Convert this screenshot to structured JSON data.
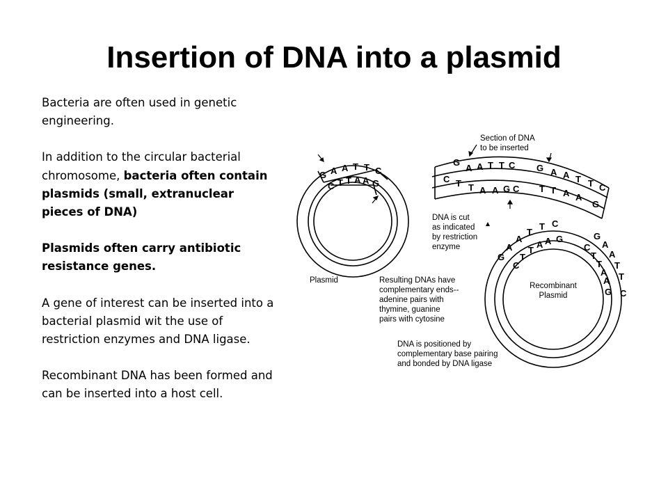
{
  "slide": {
    "title": "Insertion of DNA into a plasmid",
    "paragraphs": [
      {
        "plain": "Bacteria are often used in genetic engineering.",
        "bold": "",
        "after": ""
      },
      {
        "plain": "In addition to the circular bacterial chromosome, ",
        "bold": "bacteria often contain plasmids (small, extranuclear pieces of DNA)",
        "after": ""
      },
      {
        "plain": "",
        "bold": "Plasmids often carry antibiotic resistance genes.",
        "after": ""
      },
      {
        "plain": "A gene of interest can be inserted into a bacterial plasmid wit the use of restriction enzymes and DNA ligase.",
        "bold": "",
        "after": ""
      },
      {
        "plain": "Recombinant DNA has been formed and can be inserted into a host cell.",
        "bold": "",
        "after": ""
      }
    ]
  },
  "diagram": {
    "labels": {
      "section_line1": "Section of DNA",
      "section_line2": "to be inserted",
      "cut_line1": "DNA is cut",
      "cut_line2": "as indicated",
      "cut_line3": "by restriction",
      "cut_line4": "enzyme",
      "plasmid": "Plasmid",
      "resulting_line1": "Resulting DNAs have",
      "resulting_line2": "complementary ends--",
      "resulting_line3": "adenine pairs with",
      "resulting_line4": "thymine, guanine",
      "resulting_line5": "pairs with cytosine",
      "positioned_line1": "DNA is positioned by",
      "positioned_line2": "complementary base pairing",
      "positioned_line3": "and bonded by DNA ligase",
      "recombinant_line1": "Recombinant",
      "recombinant_line2": "Plasmid"
    },
    "plasmid_bases": {
      "top": [
        "G",
        "A",
        "A",
        "T",
        "T",
        "C"
      ],
      "bottom": [
        "C",
        "T",
        "T",
        "A",
        "A",
        "G"
      ]
    },
    "insert_bases": {
      "top": [
        "G",
        "A",
        "A",
        "T",
        "T",
        "C",
        "G",
        "A",
        "A",
        "T",
        "T",
        "C"
      ],
      "bottom": [
        "C",
        "T",
        "T",
        "A",
        "A",
        "G",
        "C",
        "T",
        "T",
        "A",
        "A",
        "G"
      ]
    },
    "recombinant_bases": {
      "left_top": [
        "G",
        "A",
        "A",
        "T",
        "T",
        "C"
      ],
      "left_bottom": [
        "C",
        "T",
        "T",
        "A",
        "A",
        "G"
      ],
      "right_top": [
        "G",
        "A",
        "A",
        "T",
        "T",
        "C"
      ],
      "right_bottom": [
        "C",
        "T",
        "T",
        "A",
        "A",
        "G"
      ]
    }
  }
}
